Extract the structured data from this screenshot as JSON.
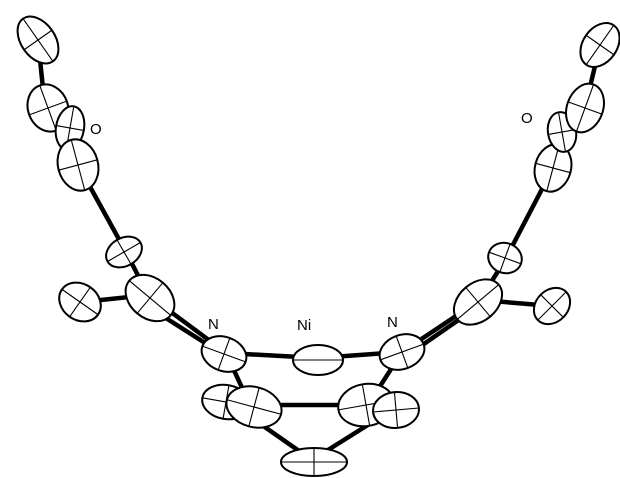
{
  "figure": {
    "labels": {
      "oxygen_left": "O",
      "oxygen_right": "O",
      "nitrogen_left": "N",
      "nitrogen_right": "N",
      "nickel": "Ni"
    }
  }
}
